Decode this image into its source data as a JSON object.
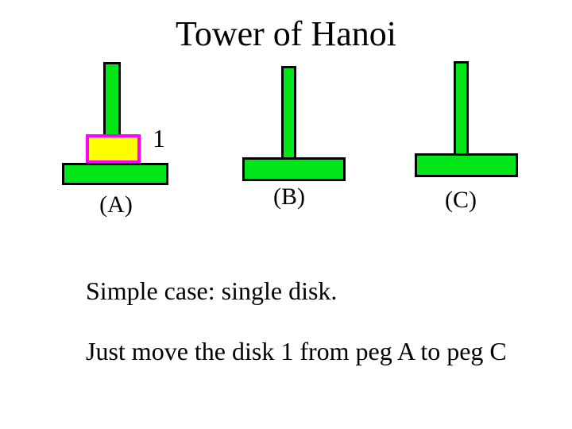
{
  "title": "Tower of Hanoi",
  "colors": {
    "background": "#ffffff",
    "text": "#000000",
    "peg_green": "#00e619",
    "outline_black": "#000000",
    "disk_yellow": "#ffff00",
    "disk_border_magenta": "#ff00ff"
  },
  "pegs": [
    {
      "label": "(A)",
      "disks": [
        {
          "label": "1"
        }
      ]
    },
    {
      "label": "(B)",
      "disks": []
    },
    {
      "label": "(C)",
      "disks": []
    }
  ],
  "body_lines": [
    "Simple case: single disk.",
    "Just move the disk 1 from peg A to peg C"
  ]
}
